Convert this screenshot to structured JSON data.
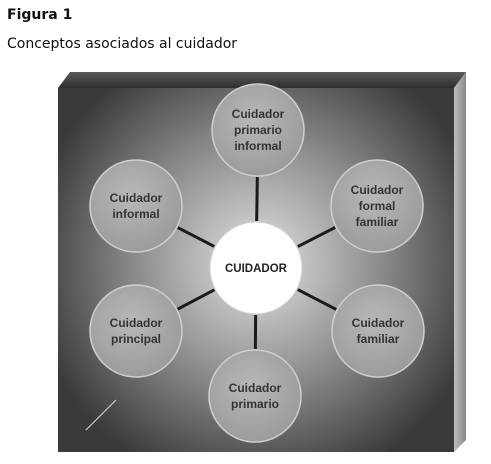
{
  "figure": {
    "label": "Figura 1",
    "caption": "Conceptos asociados al cuidador"
  },
  "diagram": {
    "center": {
      "lines": [
        "CUIDADOR"
      ]
    },
    "nodes": [
      {
        "id": "primario-informal",
        "lines": [
          "Cuidador",
          "primario",
          "informal"
        ]
      },
      {
        "id": "formal-familiar",
        "lines": [
          "Cuidador",
          "formal",
          "familiar"
        ]
      },
      {
        "id": "familiar",
        "lines": [
          "Cuidador",
          "familiar"
        ]
      },
      {
        "id": "primario",
        "lines": [
          "Cuidador",
          "primario"
        ]
      },
      {
        "id": "principal",
        "lines": [
          "Cuidador",
          "principal"
        ]
      },
      {
        "id": "informal",
        "lines": [
          "Cuidador",
          "informal"
        ]
      }
    ],
    "colors": {
      "panel_dark": "#3c3c3c",
      "panel_light": "#d6d6d6",
      "node_fill": "#a6a6a6",
      "node_stroke": "#cfcfcf",
      "center_fill": "#ffffff",
      "connector": "#1a1a1a"
    }
  }
}
